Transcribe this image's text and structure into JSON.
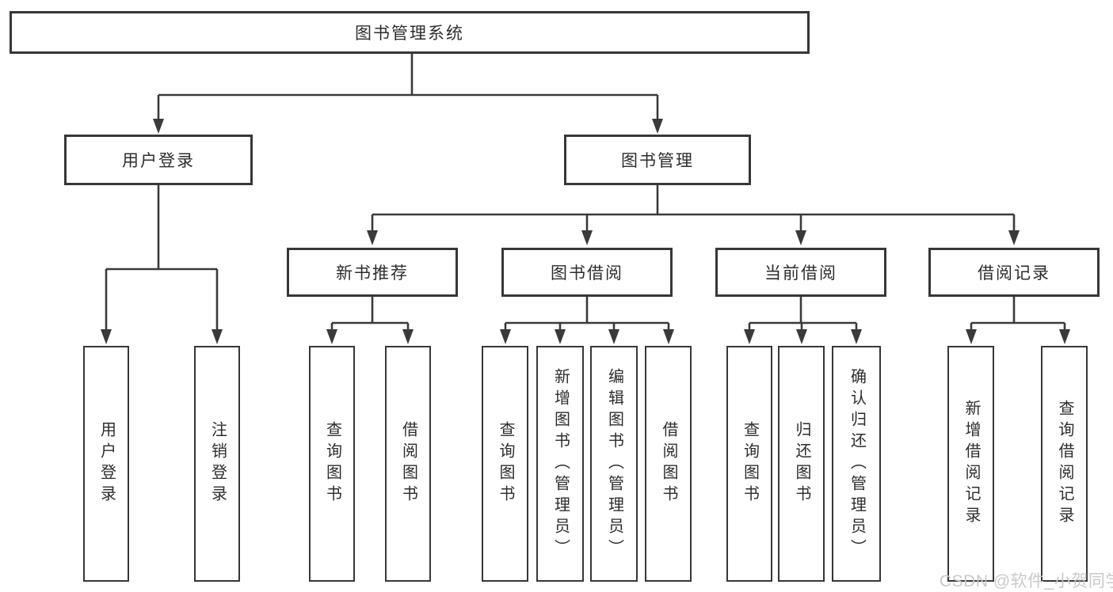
{
  "root": {
    "label": "图书管理系统"
  },
  "user_login": {
    "label": "用户登录",
    "children": [
      {
        "label": "用户登录"
      },
      {
        "label": "注销登录"
      }
    ]
  },
  "book_management": {
    "label": "图书管理",
    "sections": [
      {
        "label": "新书推荐",
        "children": [
          {
            "label": "查询图书"
          },
          {
            "label": "借阅图书"
          }
        ]
      },
      {
        "label": "图书借阅",
        "children": [
          {
            "label": "查询图书"
          },
          {
            "label": "新增图书（管理员）"
          },
          {
            "label": "编辑图书（管理员）"
          },
          {
            "label": "借阅图书"
          }
        ]
      },
      {
        "label": "当前借阅",
        "children": [
          {
            "label": "查询图书"
          },
          {
            "label": "归还图书"
          },
          {
            "label": "确认归还（管理员）"
          }
        ]
      },
      {
        "label": "借阅记录",
        "children": [
          {
            "label": "新增借阅记录"
          },
          {
            "label": "查询借阅记录"
          }
        ]
      }
    ]
  },
  "watermark": {
    "text": "CSDN @软件_小贺同学"
  },
  "colors": {
    "line": "#3a3a3a",
    "box_border": "#373737",
    "text": "#2d2d2d",
    "watermark": "#c6c6c6",
    "background": "#ffffff"
  }
}
